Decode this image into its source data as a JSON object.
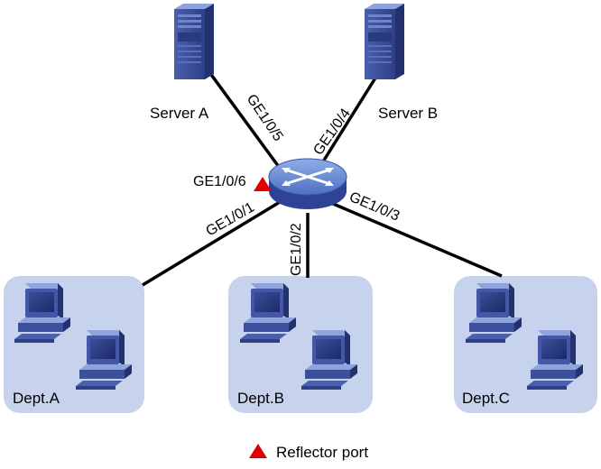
{
  "servers": [
    {
      "label": "Server A"
    },
    {
      "label": "Server B"
    }
  ],
  "ports": {
    "p1": "GE1/0/1",
    "p2": "GE1/0/2",
    "p3": "GE1/0/3",
    "p4": "GE1/0/4",
    "p5": "GE1/0/5",
    "p6": "GE1/0/6"
  },
  "departments": [
    {
      "label": "Dept.A"
    },
    {
      "label": "Dept.B"
    },
    {
      "label": "Dept.C"
    }
  ],
  "legend": {
    "label": "Reflector port"
  },
  "colors": {
    "reflector": "#e00000",
    "dept_box": "#c7d3ec",
    "device_blue": "#3b4f9c",
    "link": "#000000"
  },
  "icons": {
    "server": "server-tower-icon",
    "switch": "switch-icon",
    "pc": "desktop-pc-icon",
    "reflector": "red-triangle-icon"
  }
}
